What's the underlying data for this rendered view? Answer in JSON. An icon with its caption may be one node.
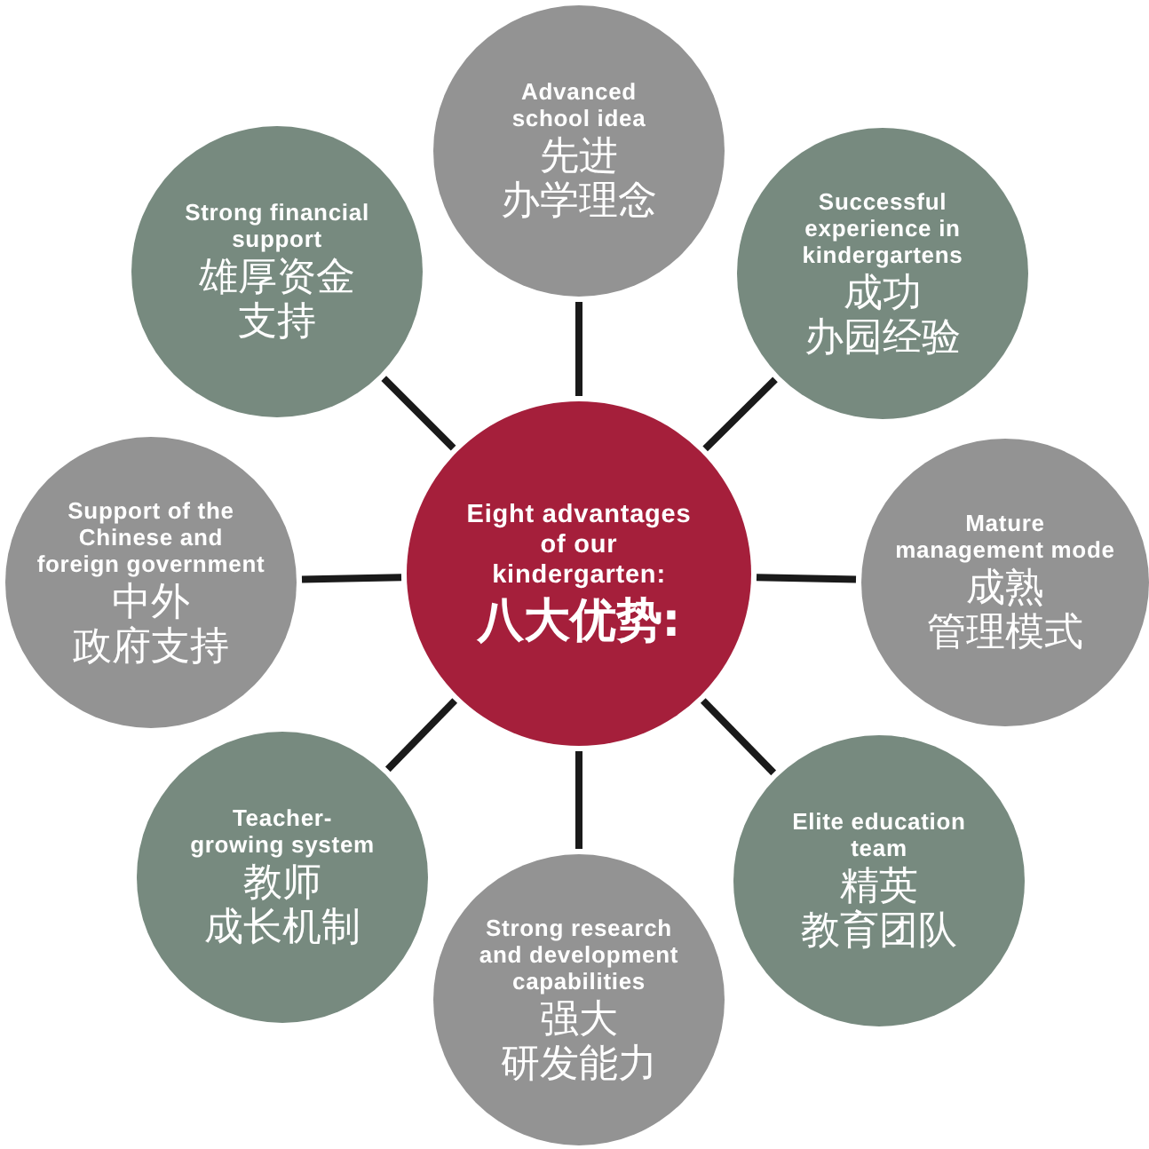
{
  "diagram": {
    "nodes": [
      {
        "text": [
          "Eight advantages of our kindergarten:",
          "八大优势:"
        ]
      },
      {
        "text": [
          "Advanced school idea",
          "先进办学理念"
        ]
      },
      {
        "text": [
          "Successful experience in kindergartens",
          "成功办园经验"
        ]
      },
      {
        "text": [
          "Mature management mode",
          "成熟管理模式"
        ]
      },
      {
        "text": [
          "Elite education team",
          "精英教育团队"
        ]
      },
      {
        "text": [
          "Strong research and development capabilities",
          "强大研发能力"
        ]
      },
      {
        "text": [
          "Teacher-growing system",
          "教师成长机制"
        ]
      },
      {
        "text": [
          "Support of the Chinese and foreign government",
          "中外政府支持"
        ]
      },
      {
        "text": [
          "Strong financial support",
          "雄厚资金支持"
        ]
      }
    ],
    "edges": [
      {
        "from": 0,
        "to": 1,
        "arrow": "none"
      },
      {
        "from": 0,
        "to": 2,
        "arrow": "none"
      },
      {
        "from": 0,
        "to": 3,
        "arrow": "none"
      },
      {
        "from": 0,
        "to": 4,
        "arrow": "none"
      },
      {
        "from": 0,
        "to": 5,
        "arrow": "none"
      },
      {
        "from": 0,
        "to": 6,
        "arrow": "none"
      },
      {
        "from": 0,
        "to": 7,
        "arrow": "none"
      },
      {
        "from": 0,
        "to": 8,
        "arrow": "none"
      }
    ]
  }
}
